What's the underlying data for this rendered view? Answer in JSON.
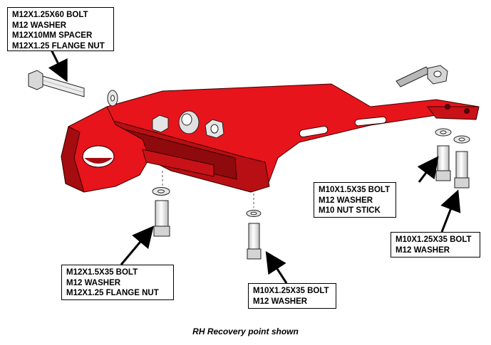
{
  "callouts": {
    "top_left": {
      "lines": [
        "M12X1.25X60 BOLT",
        "M12 WASHER",
        "M12X10MM SPACER",
        "M12X1.25 FLANGE NUT"
      ]
    },
    "right_upper": {
      "lines": [
        "M10X1.5X35 BOLT",
        "M12 WASHER",
        "M10 NUT STICK"
      ]
    },
    "right_lower": {
      "lines": [
        "M10X1.25X35 BOLT",
        "M12 WASHER"
      ]
    },
    "bottom_left": {
      "lines": [
        "M12X1.5X35 BOLT",
        "M12 WASHER",
        "M12X1.25 FLANGE NUT"
      ]
    },
    "bottom_center": {
      "lines": [
        "M10X1.25X35 BOLT",
        "M12 WASHER"
      ]
    }
  },
  "caption": "RH Recovery point shown",
  "colors": {
    "bracket_red": "#e8141b",
    "bracket_dark": "#a50c10",
    "hardware_grey": "#dcdcdc",
    "outline": "#000000"
  }
}
